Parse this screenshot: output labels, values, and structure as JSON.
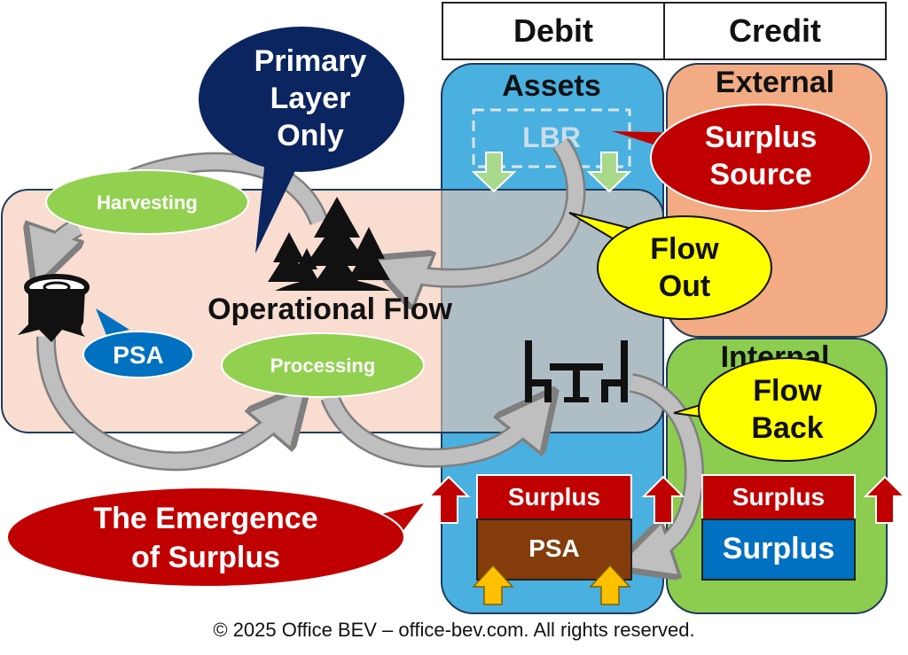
{
  "headers": {
    "debit": "Debit",
    "credit": "Credit"
  },
  "columns": {
    "assets": "Assets",
    "external": "External",
    "internal": "Internal"
  },
  "lbr": "LBR",
  "callouts": {
    "primary_layer": [
      "Primary",
      "Layer",
      "Only"
    ],
    "surplus_source": [
      "Surplus",
      "Source"
    ],
    "flow_out": [
      "Flow",
      "Out"
    ],
    "flow_back": [
      "Flow",
      "Back"
    ],
    "emergence": [
      "The Emergence",
      "of Surplus"
    ]
  },
  "ovals": {
    "harvesting": "Harvesting",
    "processing": "Processing",
    "psa": "PSA"
  },
  "operational_flow": "Operational Flow",
  "boxes": {
    "assets_surplus": "Surplus",
    "assets_psa": "PSA",
    "internal_surplus_top": "Surplus",
    "internal_surplus_bottom": "Surplus"
  },
  "colors": {
    "assets_blue": "#4ab0e0",
    "external_orange": "#f2ab82",
    "internal_green": "#8ccc4e",
    "operational_pink": "#f8dccf",
    "oval_green": "#92d050",
    "dark_red": "#c00000",
    "navy": "#0b2561",
    "yellow": "#ffff00",
    "psa_brown": "#843c0c",
    "surplus_blue": "#0070c0"
  },
  "icons": [
    "tree-forest-icon",
    "tree-stump-icon",
    "table-chairs-icon"
  ],
  "copyright": "© 2025 Office BEV – office-bev.com. All rights reserved."
}
